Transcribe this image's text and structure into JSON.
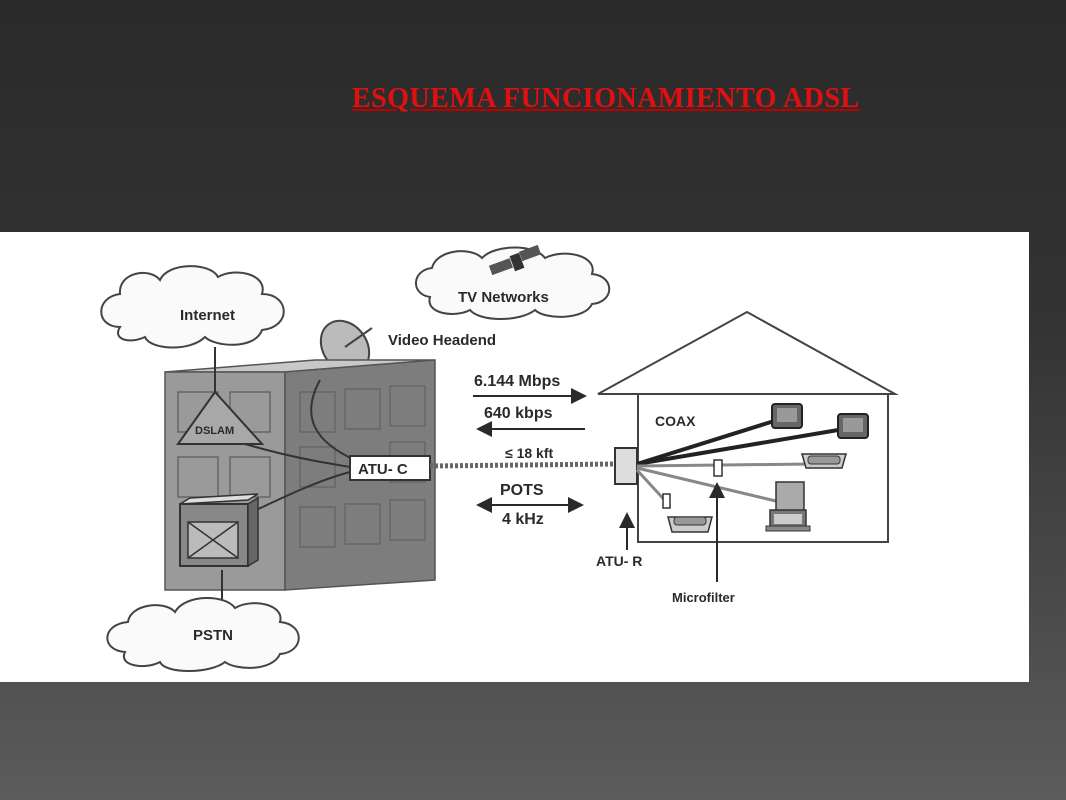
{
  "slide": {
    "title": "ESQUEMA FUNCIONAMIENTO ADSL"
  },
  "diagram": {
    "clouds": {
      "internet": "Internet",
      "tv_networks": "TV Networks",
      "pstn": "PSTN"
    },
    "labels": {
      "video_headend": "Video Headend",
      "dslam": "DSLAM",
      "atu_c": "ATU- C",
      "downstream_rate": "6.144 Mbps",
      "upstream_rate": "640 kbps",
      "distance": "≤ 18 kft",
      "pots": "POTS",
      "pots_freq": "4 kHz",
      "coax": "COAX",
      "atu_r": "ATU- R",
      "microfilter": "Microfilter"
    },
    "colors": {
      "title": "#e01010",
      "ink": "#2a2a2a",
      "building": "#8a8a8a",
      "panel_bg": "#ffffff"
    }
  }
}
